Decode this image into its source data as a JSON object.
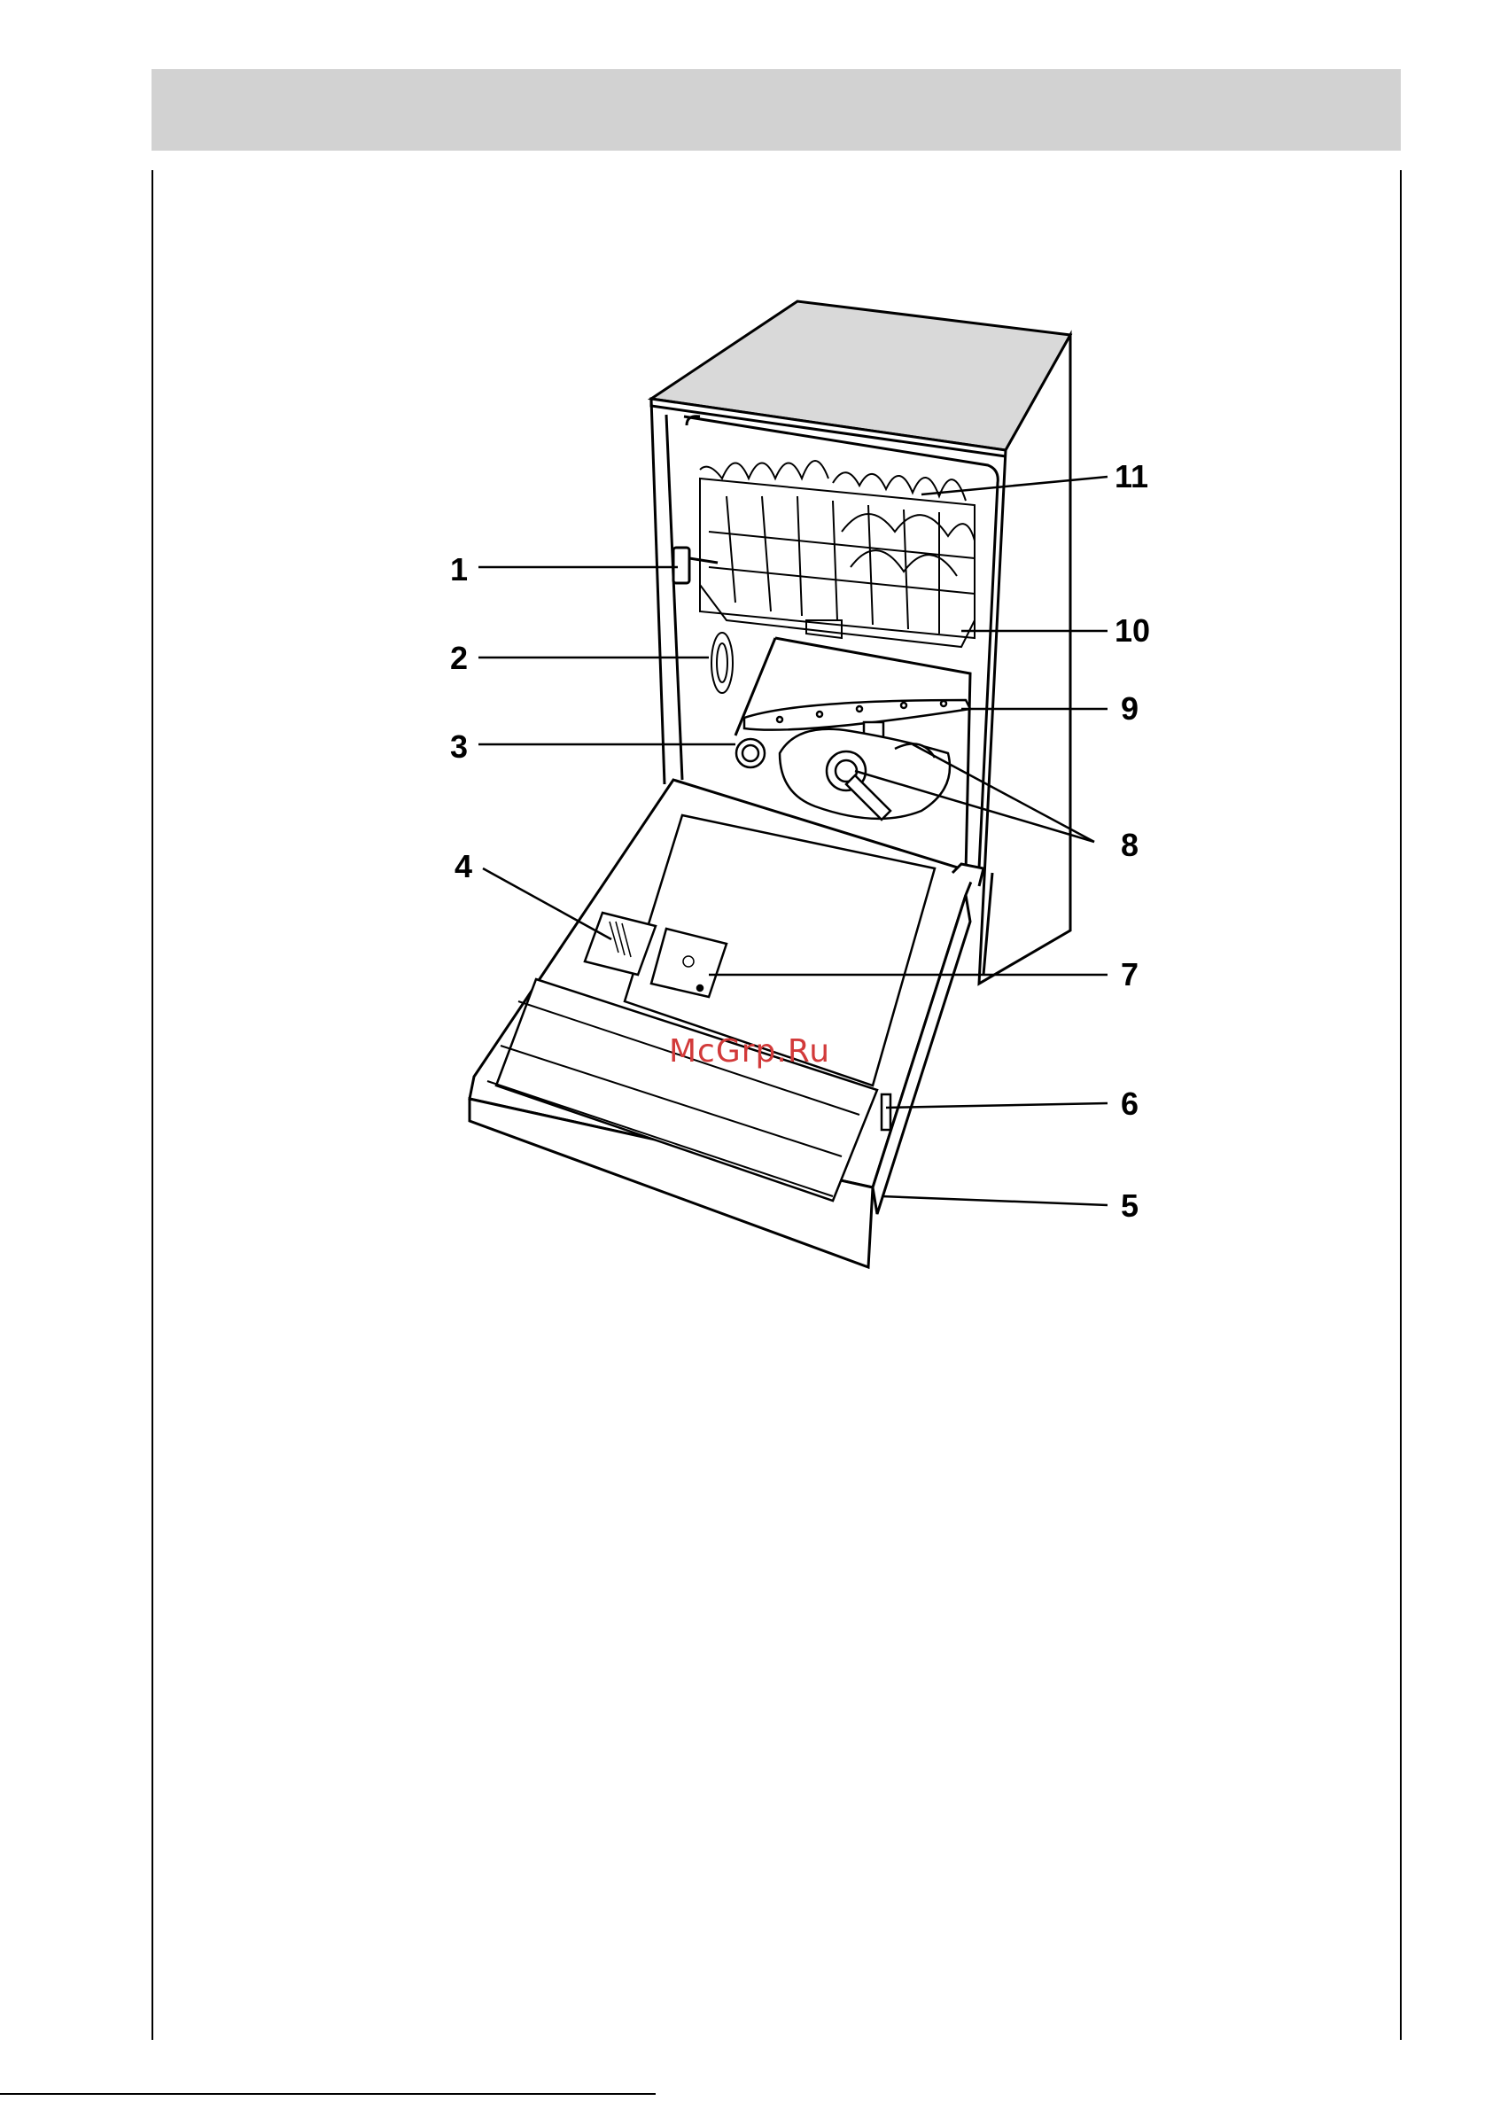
{
  "callouts": [
    {
      "label": "1"
    },
    {
      "label": "2"
    },
    {
      "label": "3"
    },
    {
      "label": "4"
    },
    {
      "label": "5"
    },
    {
      "label": "6"
    },
    {
      "label": "7"
    },
    {
      "label": "8"
    },
    {
      "label": "9"
    },
    {
      "label": "10"
    },
    {
      "label": "11"
    }
  ],
  "watermark": "McGrp.Ru"
}
